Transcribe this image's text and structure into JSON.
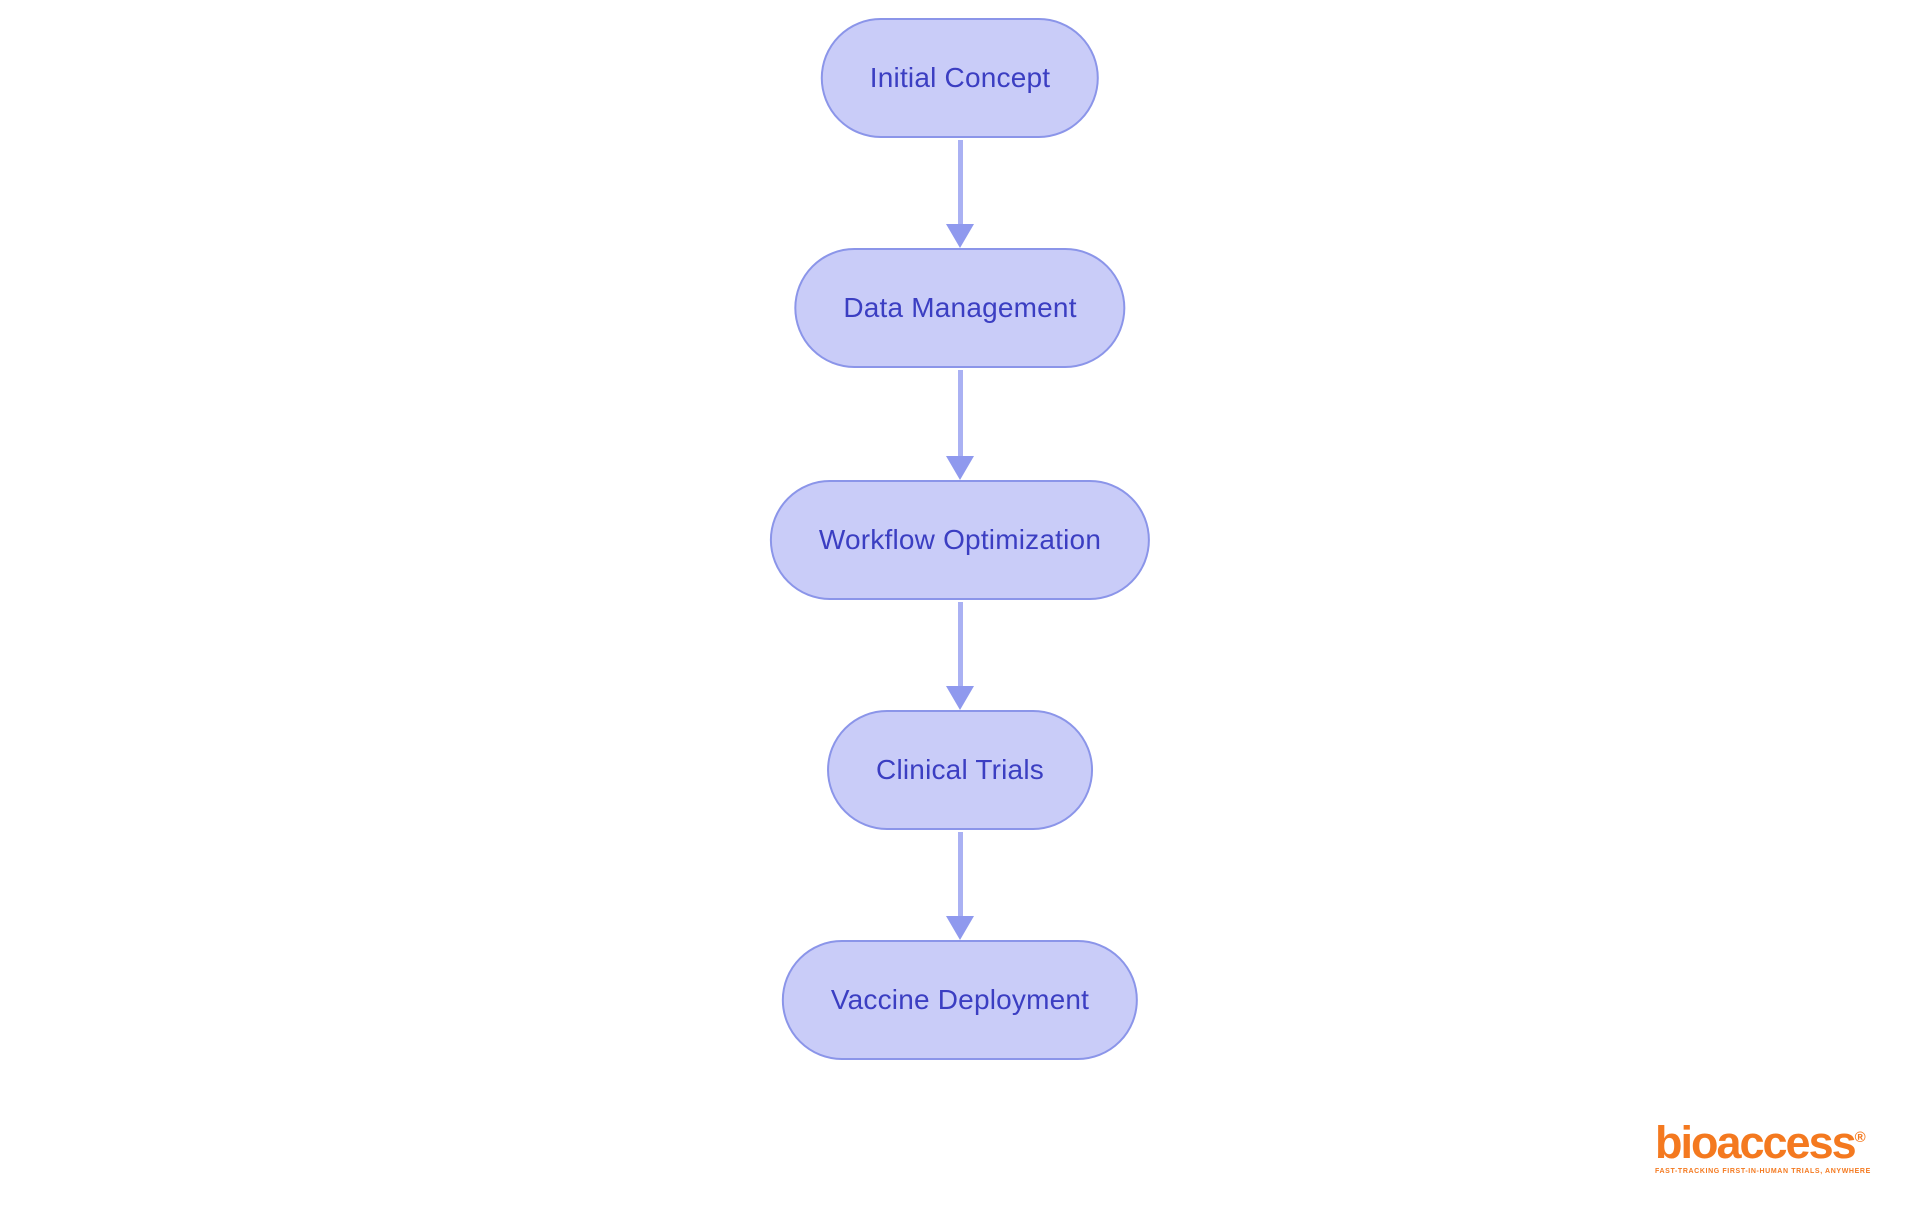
{
  "flowchart": {
    "type": "vertical-process-flow",
    "nodes": [
      {
        "id": "initial-concept",
        "label": "Initial Concept"
      },
      {
        "id": "data-management",
        "label": "Data Management"
      },
      {
        "id": "workflow-optimization",
        "label": "Workflow Optimization"
      },
      {
        "id": "clinical-trials",
        "label": "Clinical Trials"
      },
      {
        "id": "vaccine-deployment",
        "label": "Vaccine Deployment"
      }
    ],
    "edges": [
      {
        "from": "Initial Concept",
        "to": "Data Management"
      },
      {
        "from": "Data Management",
        "to": "Workflow Optimization"
      },
      {
        "from": "Workflow Optimization",
        "to": "Clinical Trials"
      },
      {
        "from": "Clinical Trials",
        "to": "Vaccine Deployment"
      }
    ],
    "colors": {
      "node_fill": "#c9ccf8",
      "node_border": "#8b95e9",
      "node_text": "#3b3ec2",
      "arrow_line": "#aab1f3",
      "arrow_head": "#8f99ee"
    }
  },
  "logo": {
    "brand": "bioaccess",
    "registered_mark": "®",
    "tagline": "FAST-TRACKING FIRST-IN-HUMAN TRIALS, ANYWHERE",
    "color": "#F4791F"
  }
}
